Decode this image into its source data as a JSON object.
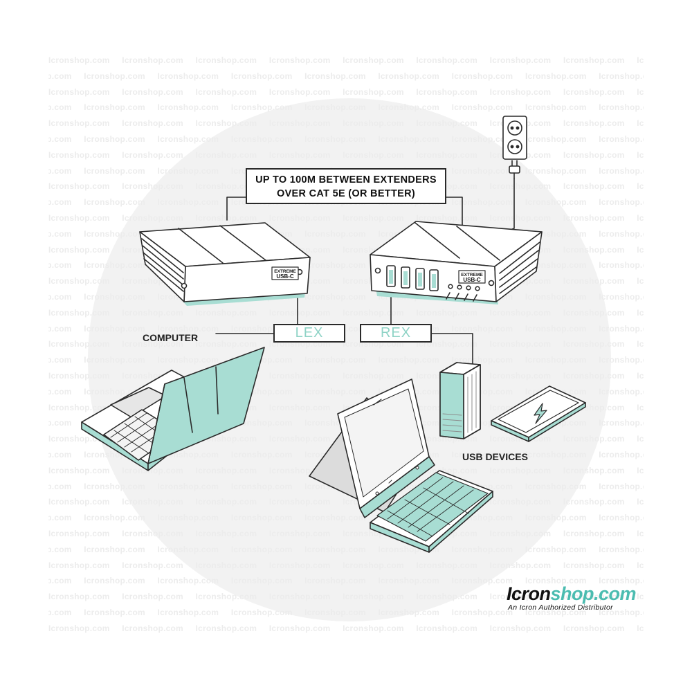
{
  "watermark_text": "Icronshop.com",
  "callout": {
    "line1": "UP TO 100M BETWEEN EXTENDERS",
    "line2": "OVER CAT 5E (OR BETTER)"
  },
  "labels": {
    "lex": "LEX",
    "rex": "REX",
    "computer": "COMPUTER",
    "usb_devices": "USB DEVICES"
  },
  "device_badge": {
    "line1": "EXTREME",
    "line2": "USB-C"
  },
  "brand": {
    "name_part1": "Icron",
    "name_part2": "shop.com",
    "tagline": "An Icron Authorized Distributor"
  },
  "colors": {
    "accent": "#a8ddd3",
    "accent_dark": "#8fd3c6",
    "outline": "#2a2a2a",
    "background_circle": "#f2f2f2",
    "brand_teal": "#4bbcb0"
  }
}
